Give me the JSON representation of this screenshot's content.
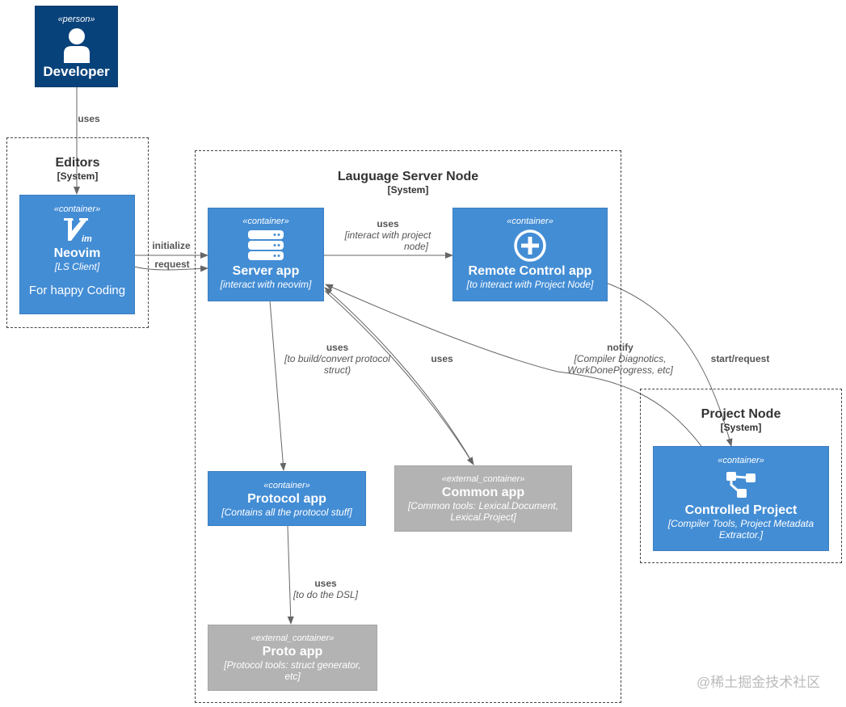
{
  "person": {
    "stereotype": "«person»",
    "name": "Developer"
  },
  "boundaries": {
    "editors": {
      "title": "Editors",
      "type": "[System]"
    },
    "server_node": {
      "title": "Lauguage Server Node",
      "type": "[System]"
    },
    "project_node": {
      "title": "Project Node",
      "type": "[System]"
    }
  },
  "containers": {
    "neovim": {
      "stereotype": "«container»",
      "name": "Neovim",
      "tech": "[LS Client]",
      "extra": "For happy Coding",
      "icon": "vim-logo-icon"
    },
    "server_app": {
      "stereotype": "«container»",
      "name": "Server app",
      "desc": "[interact with neovim]",
      "icon": "server-stack-icon"
    },
    "remote_control": {
      "stereotype": "«container»",
      "name": "Remote Control app",
      "desc": "[to interact with Project Node]",
      "icon": "plus-circle-icon"
    },
    "protocol_app": {
      "stereotype": "«container»",
      "name": "Protocol app",
      "desc": "[Contains all the protocol stuff]"
    },
    "common_app": {
      "stereotype": "«external_container»",
      "name": "Common app",
      "desc1": "[Common tools: Lexical.Document,",
      "desc2": "Lexical.Project]"
    },
    "proto_app": {
      "stereotype": "«external_container»",
      "name": "Proto app",
      "desc1": "[Protocol tools: struct generator,",
      "desc2": "etc]"
    },
    "controlled_project": {
      "stereotype": "«container»",
      "name": "Controlled Project",
      "desc1": "[Compiler Tools, Project Metadata",
      "desc2": "Extractor.]",
      "icon": "hierarchy-icon"
    }
  },
  "relations": {
    "dev_uses": {
      "label": "uses"
    },
    "initialize": {
      "label": "initialize"
    },
    "request": {
      "label": "request"
    },
    "server_remote": {
      "label": "uses",
      "tech1": "[interact with project",
      "tech2": "node]"
    },
    "server_protocol": {
      "label": "uses",
      "tech1": "[to build/convert protocol",
      "tech2": "struct)"
    },
    "server_common": {
      "label": "uses"
    },
    "notify": {
      "label": "notify",
      "tech1": "[Compiler Diagnotics,",
      "tech2": "WorkDoneProgress, etc]"
    },
    "start_request": {
      "label": "start/request"
    },
    "protocol_proto": {
      "label": "uses",
      "tech1": "[to do the DSL]"
    }
  },
  "watermark": "@稀土掘金技术社区",
  "colors": {
    "container": "#438dd5",
    "person": "#08427b",
    "external": "#b3b3b3",
    "arrow": "#666666"
  }
}
